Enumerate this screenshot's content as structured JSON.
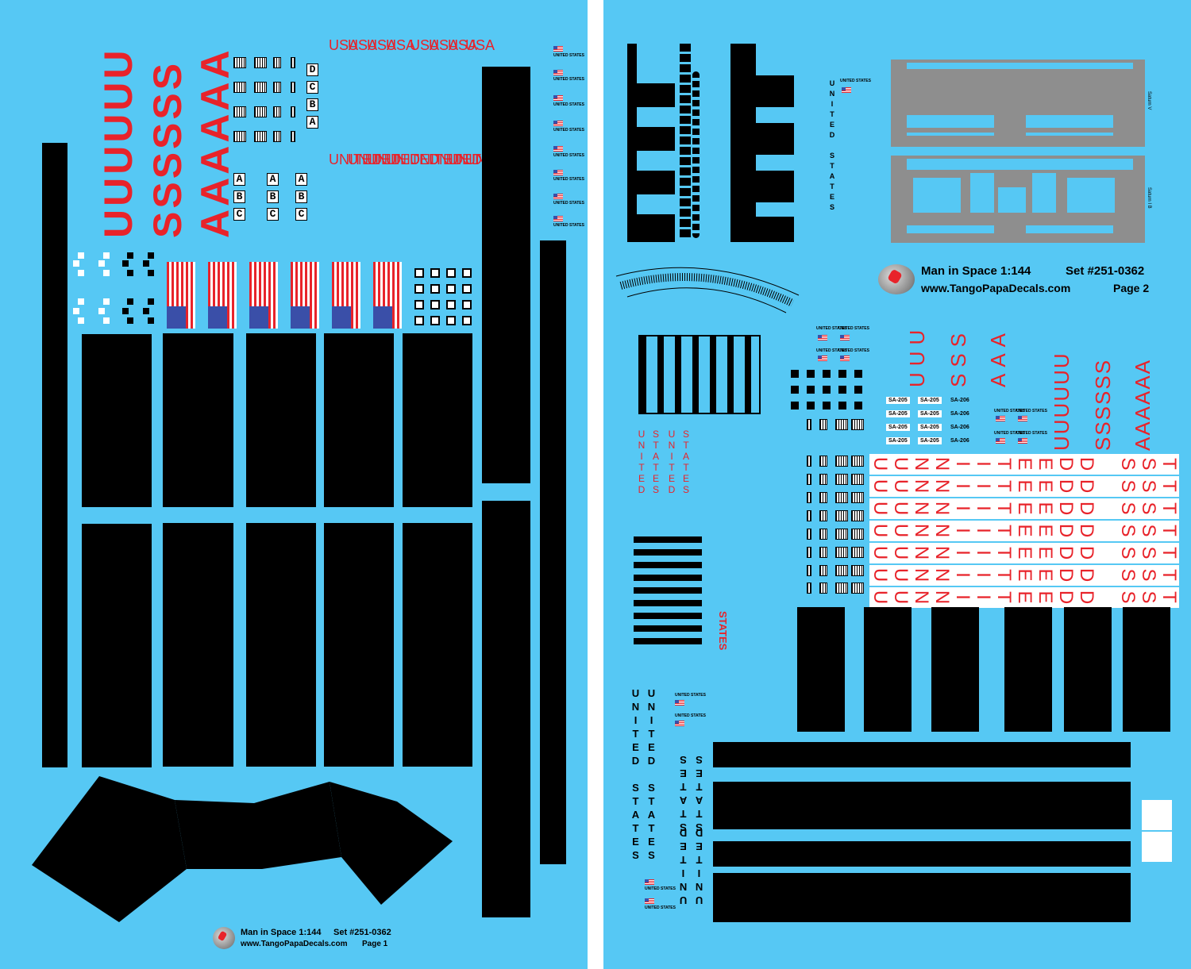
{
  "page1": {
    "footer": {
      "title": "Man in Space 1:144",
      "set": "Set #251-0362",
      "url": "www.TangoPapaDecals.com",
      "page": "Page 1"
    },
    "big_letters": [
      "UUUUUU",
      "SSSSSS",
      "AAAAAA"
    ],
    "abc_labels": [
      "A",
      "B",
      "C",
      "D"
    ],
    "usa_vertical": "USA",
    "united_vertical": "UNITED",
    "mini_label": "UNITED STATES"
  },
  "page2": {
    "footer": {
      "title": "Man in Space 1:144",
      "set": "Set #251-0362",
      "url": "www.TangoPapaDecals.com",
      "page": "Page 2"
    },
    "saturn_v_label": "Saturn V",
    "saturn_ib_label": "Saturn I B",
    "united_states_vertical": "UNITED STATES",
    "united_states_lines": [
      "UNITED",
      "STATES"
    ],
    "big_red": [
      "UUU",
      "SSS",
      "AAA",
      "UUUUUU",
      "SSSSSS",
      "AAAAAA"
    ],
    "sa_labels": [
      [
        "SA-205",
        "SA-205",
        "SA-206"
      ],
      [
        "SA-205",
        "SA-205",
        "SA-206"
      ],
      [
        "SA-205",
        "SA-205",
        "SA-206"
      ],
      [
        "SA-205",
        "SA-205",
        "SA-206"
      ]
    ],
    "united_states_bar": "UUNNIITEEDD SSTATEES",
    "mini_label": "UNITED STATES"
  },
  "colors": {
    "sheet_background": "#56c8f4",
    "decal_red": "#e8232a",
    "decal_black": "#000000",
    "canton_blue": "#3a4fa8",
    "saturn_gray": "#8e8e8e"
  }
}
